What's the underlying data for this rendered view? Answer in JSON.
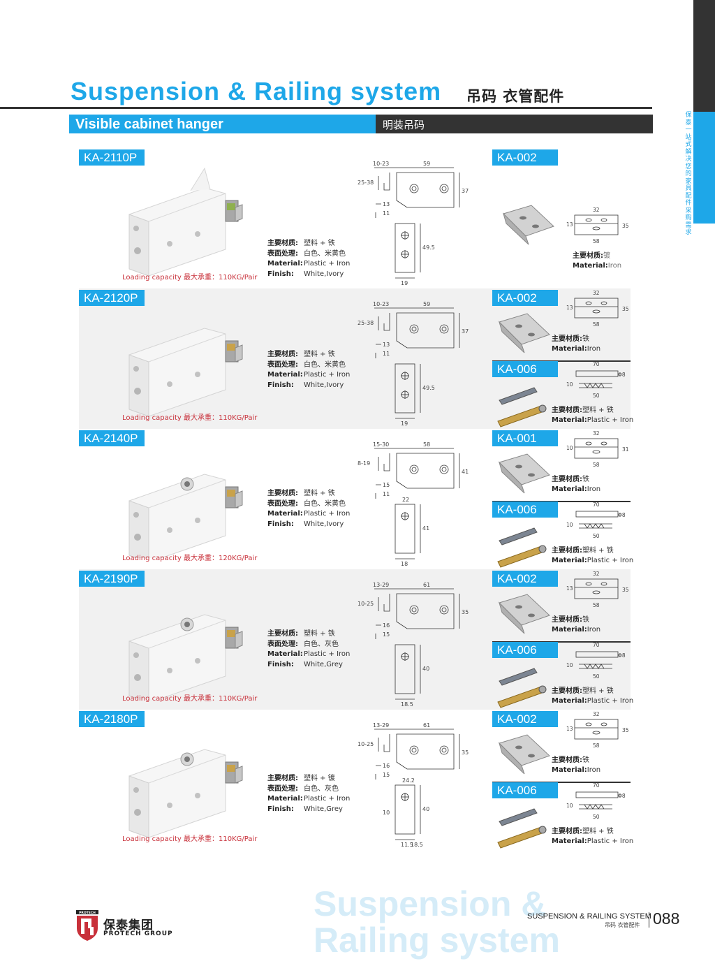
{
  "header": {
    "title": "Suspension & Railing system",
    "title_cn": "吊码 衣管配件",
    "band_left": "Visible cabinet hanger",
    "band_right": "明装吊码"
  },
  "side_text": "保泰 一站式解决您的家具配件采购需求",
  "spec_labels": {
    "main_material": "主要材质:",
    "surface": "表面处理:",
    "material": "Material:",
    "finish": "Finish:"
  },
  "products": [
    {
      "code": "KA-2110P",
      "loading": "Loading capacity 最大承重：110KG/Pair",
      "main_material": "塑料 + 铁",
      "surface": "白色、米黄色",
      "material": "Plastic + Iron",
      "finish": "White,Ivory",
      "dims": {
        "a": "10-23",
        "b": "59",
        "c": "25-38",
        "d": "37",
        "e": "13",
        "f": "11",
        "g": "49.5",
        "h": "19"
      },
      "accessories": [
        {
          "code": "KA-002",
          "dims": {
            "w": "32",
            "l": "58",
            "h": "35",
            "s": "13"
          },
          "main_material": "镀",
          "material": "Iron",
          "light": true
        }
      ]
    },
    {
      "code": "KA-2120P",
      "loading": "Loading capacity 最大承重：110KG/Pair",
      "main_material": "塑料 + 铁",
      "surface": "白色、米黄色",
      "material": "Plastic + Iron",
      "finish": "White,Ivory",
      "dims": {
        "a": "10-23",
        "b": "59",
        "c": "25-38",
        "d": "37",
        "e": "13",
        "f": "11",
        "g": "49.5",
        "h": "19"
      },
      "accessories": [
        {
          "code": "KA-002",
          "dims": {
            "w": "32",
            "l": "58",
            "h": "35",
            "s": "13"
          },
          "main_material": "铁",
          "material": "Iron"
        },
        {
          "code": "KA-006",
          "dims": {
            "w": "70",
            "l": "50",
            "h": "Φ8",
            "s": "10"
          },
          "main_material": "塑料 + 铁",
          "material": "Plastic + Iron"
        }
      ]
    },
    {
      "code": "KA-2140P",
      "loading": "Loading capacity 最大承重：120KG/Pair",
      "main_material": "塑料 + 铁",
      "surface": "白色、米黄色",
      "material": "Plastic + Iron",
      "finish": "White,Ivory",
      "dims": {
        "a": "15-30",
        "b": "58",
        "c": "8-19",
        "d": "41",
        "e": "15",
        "f": "11",
        "g": "41",
        "h": "18",
        "i": "22"
      },
      "accessories": [
        {
          "code": "KA-001",
          "dims": {
            "w": "32",
            "l": "58",
            "h": "31",
            "s": "10"
          },
          "main_material": "铁",
          "material": "Iron"
        },
        {
          "code": "KA-006",
          "dims": {
            "w": "70",
            "l": "50",
            "h": "Φ8",
            "s": "10"
          },
          "main_material": "塑料 + 铁",
          "material": "Plastic + Iron"
        }
      ]
    },
    {
      "code": "KA-2190P",
      "loading": "Loading capacity 最大承重：110KG/Pair",
      "main_material": "塑料 + 铁",
      "surface": "白色、灰色",
      "material": "Plastic + Iron",
      "finish": "White,Grey",
      "dims": {
        "a": "13-29",
        "b": "61",
        "c": "10-25",
        "d": "35",
        "e": "16",
        "f": "15",
        "g": "40",
        "h": "18.5"
      },
      "accessories": [
        {
          "code": "KA-002",
          "dims": {
            "w": "32",
            "l": "58",
            "h": "35",
            "s": "13"
          },
          "main_material": "铁",
          "material": "Iron"
        },
        {
          "code": "KA-006",
          "dims": {
            "w": "70",
            "l": "50",
            "h": "Φ8",
            "s": "10"
          },
          "main_material": "塑料 + 铁",
          "material": "Plastic + Iron"
        }
      ]
    },
    {
      "code": "KA-2180P",
      "loading": "Loading capacity 最大承重：110KG/Pair",
      "main_material": "塑料 + 镀",
      "surface": "白色、灰色",
      "material": "Plastic + Iron",
      "finish": "White,Grey",
      "dims": {
        "a": "13-29",
        "b": "61",
        "c": "10-25",
        "d": "35",
        "e": "16",
        "f": "15",
        "g": "40",
        "h": "11.5",
        "i": "24.2",
        "j": "18.5",
        "k": "10"
      },
      "accessories": [
        {
          "code": "KA-002",
          "dims": {
            "w": "32",
            "l": "58",
            "h": "35",
            "s": "13"
          },
          "main_material": "铁",
          "material": "Iron"
        },
        {
          "code": "KA-006",
          "dims": {
            "w": "70",
            "l": "50",
            "h": "Φ8",
            "s": "10"
          },
          "main_material": "塑料 + 铁",
          "material": "Plastic + Iron"
        }
      ]
    }
  ],
  "logo": {
    "cn": "保泰集团",
    "en": "PROTECH GROUP",
    "mark_text": "PROTECH"
  },
  "watermark": {
    "line1": "Suspension &",
    "line2": "Railing system"
  },
  "footer": {
    "en": "SUSPENSION & RAILING SYSTEM",
    "cn": "吊码 衣管配件",
    "page": "088"
  },
  "colors": {
    "accent": "#1ea7e8",
    "dark": "#333333",
    "loading_red": "#c8303a",
    "shade": "#f1f1f1"
  }
}
